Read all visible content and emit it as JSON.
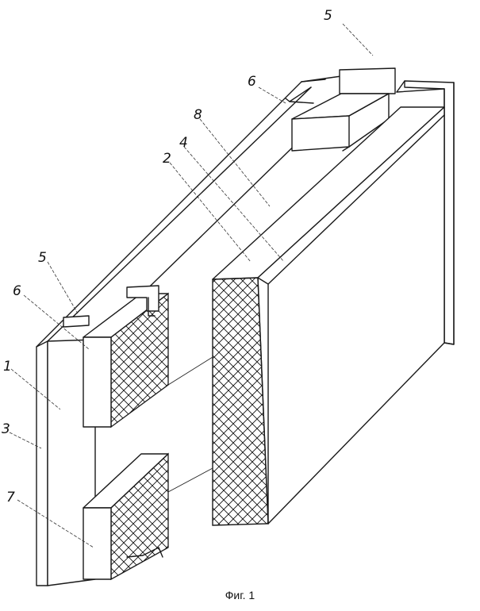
{
  "labels": {
    "l1": "1",
    "l2": "2",
    "l3": "3",
    "l4": "4",
    "l5a": "5",
    "l5b": "5",
    "l6a": "6",
    "l6b": "6",
    "l7": "7",
    "l8": "8"
  },
  "caption": "Фиг. 1"
}
